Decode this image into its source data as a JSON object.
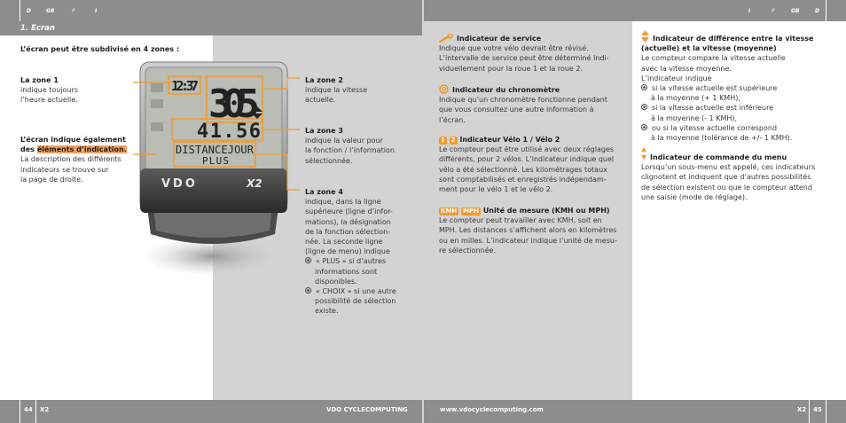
{
  "header": {
    "left_langs": [
      "D",
      "GB",
      "F",
      "I"
    ],
    "right_langs": [
      "I",
      "F",
      "GB",
      "D"
    ],
    "section_title": "1. Ecran"
  },
  "left_page": {
    "intro": "L’écran peut être subdivisé en 4 zones :",
    "zone1_title": "La zone 1",
    "zone1_text": [
      "indique toujours",
      "l’heure actuelle."
    ],
    "elements_title_1": "L’écran indique également",
    "elements_title_2a": "des ",
    "elements_title_2b": "éléments d’indication.",
    "elements_text": [
      "La description des différents",
      "indicateurs se trouve sur",
      "la page de droite."
    ],
    "zone2_title": "La zone 2",
    "zone2_text": [
      "indique la vitesse",
      "actuelle."
    ],
    "zone3_title": "La zone 3",
    "zone3_text": [
      "indique la valeur pour",
      "la fonction / l’information",
      "sélectionnée."
    ],
    "zone4_title": "La zone 4",
    "zone4_text": [
      "indique, dans la ligne",
      "supérieure (ligne d’infor-",
      "mations), la désignation",
      "de la fonction sélection-",
      "née. La seconde ligne",
      "(ligne de menu) indique"
    ],
    "zone4_bullet1": [
      "« PLUS » si d’autres",
      "informations sont",
      "disponibles."
    ],
    "zone4_bullet2": [
      "« CHOIX » si une autre",
      "possibilité de sélection",
      "existe."
    ]
  },
  "device": {
    "time": "12:37",
    "speed": "30.5",
    "value": "41.56",
    "line1": "DISTANCEJOUR",
    "line2": "PLUS",
    "brand": "VDO",
    "model": "X2"
  },
  "right_col1": {
    "service_title": "Indicateur de service",
    "service_text": [
      "Indique que votre vélo devrait être révisé.",
      "L’intervalle de service peut être déterminé indi-",
      "viduellement pour la roue 1 et la roue 2."
    ],
    "chrono_title": "Indicateur du chronomètre",
    "chrono_text": [
      "Indique qu’un chronomètre fonctionne pendant",
      "que vous consultez une autre information à",
      "l’écran."
    ],
    "bike_badge1": "1",
    "bike_badge2": "2",
    "bike_title": "Indicateur Vélo 1 / Vélo 2",
    "bike_text": [
      "Le compteur peut être utilisé avec deux réglages",
      "différents, pour 2 vélos. L’indicateur indique quel",
      "vélo a été sélectionné. Les kilométrages totaux",
      "sont comptabilisés et enregistrés indépendam-",
      "ment pour le vélo 1 et le vélo 2."
    ],
    "unit_badge1": "KMH",
    "unit_badge2": "MPH",
    "unit_title": "Unité de mesure (KMH ou MPH)",
    "unit_text": [
      "Le compteur peut travailler avec KMH, soit en",
      "MPH. Les distances s’affichent alors en kilomètres",
      "ou en milles. L’indicateur indique l’unité de mesu-",
      "re sélectionnée."
    ]
  },
  "right_col2": {
    "diff_title_1": "Indicateur de différence entre la vitesse",
    "diff_title_2": "(actuelle) et la vitesse (moyenne)",
    "diff_text": [
      "Le compteur compare la vitesse actuelle",
      "avec la vitesse moyenne.",
      "L’indicateur indique"
    ],
    "diff_b1": [
      "si la vitesse actuelle est supérieure",
      "à la moyenne (+ 1 KMH),"
    ],
    "diff_b2": [
      "si la vitesse actuelle est inférieure",
      "à la moyenne (- 1 KMH),"
    ],
    "diff_b3": [
      "ou si la vitesse actuelle correspond",
      "à la moyenne (tolérance de +/- 1 KMH)."
    ],
    "menu_title": "Indicateur de commande du menu",
    "menu_text": [
      "Lorsqu’un sous-menu est appelé, ces indicateurs",
      "clignotent et indiquent que d’autres possibilités",
      "de sélection existent ou que le compteur attend",
      "une saisie (mode de réglage)."
    ]
  },
  "footer": {
    "page_left": "44",
    "model_left": "X2",
    "brand": "VDO CYCLECOMPUTING",
    "url": "www.vdocyclecomputing.com",
    "model_right": "X2",
    "page_right": "45"
  },
  "colors": {
    "accent": "#f29a2e",
    "gray_panel": "#d2d2d2",
    "strip": "#8d8d8d"
  }
}
